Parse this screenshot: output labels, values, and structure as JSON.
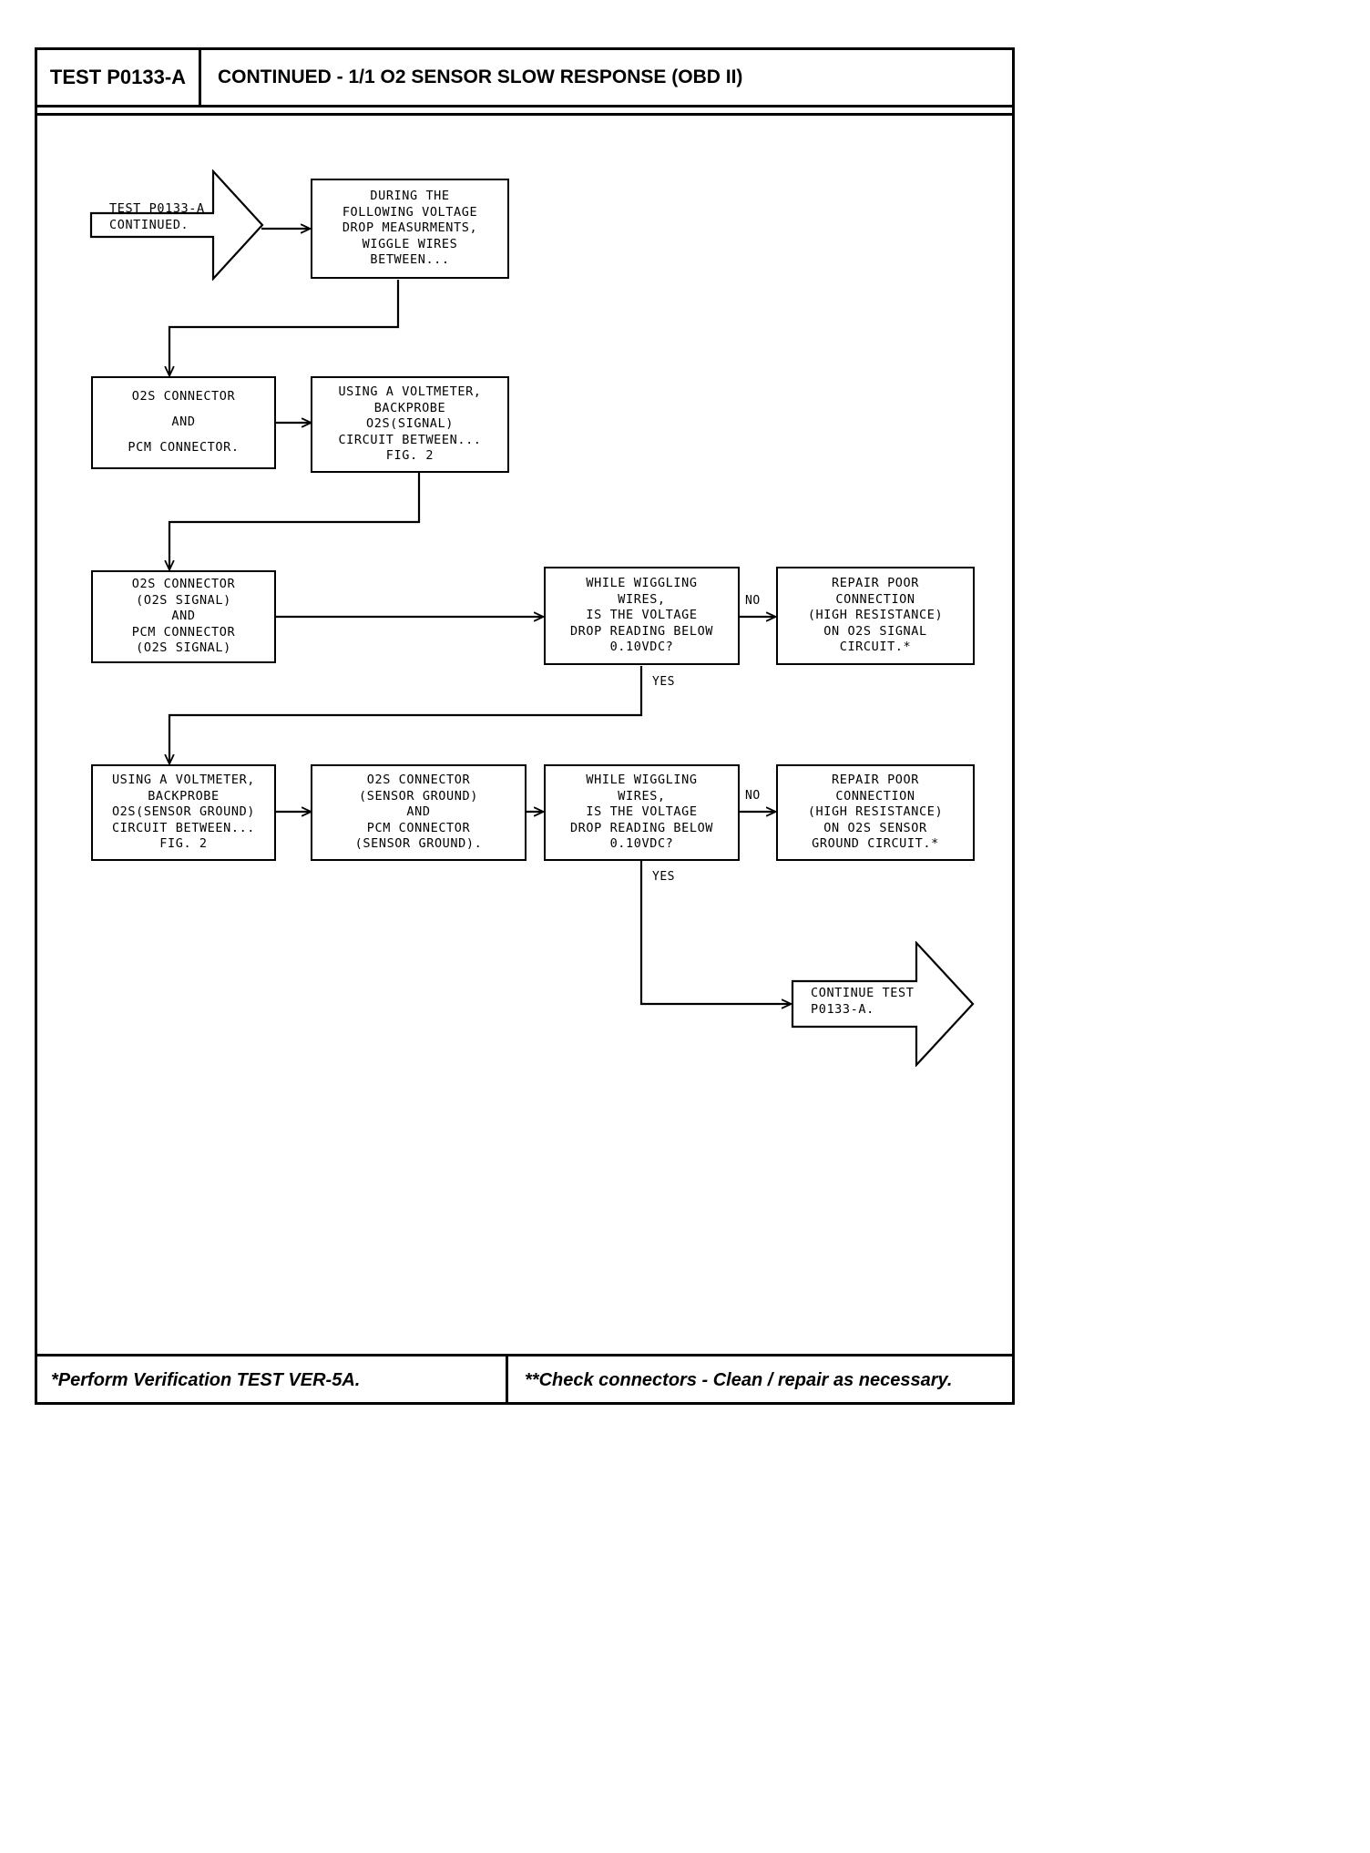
{
  "header": {
    "test_id": "TEST P0133-A",
    "title": "CONTINUED - 1/1 O2 SENSOR SLOW RESPONSE (OBD II)"
  },
  "flow": {
    "start_arrow": {
      "label": "TEST P0133-A\nCONTINUED."
    },
    "box_wiggle_intro": {
      "text": "DURING THE\nFOLLOWING VOLTAGE\nDROP MEASURMENTS,\nWIGGLE WIRES\nBETWEEN..."
    },
    "box_connectors": {
      "text": "O2S CONNECTOR\nAND\nPCM CONNECTOR."
    },
    "box_voltmeter_signal": {
      "text": "USING A VOLTMETER,\nBACKPROBE\nO2S(SIGNAL)\nCIRCUIT BETWEEN...\nFIG. 2"
    },
    "box_signal_points": {
      "text": "O2S CONNECTOR\n(O2S SIGNAL)\nAND\nPCM CONNECTOR\n(O2S SIGNAL)"
    },
    "decision_signal": {
      "text": "WHILE WIGGLING\nWIRES,\nIS THE VOLTAGE\nDROP READING BELOW\n0.10VDC?"
    },
    "box_repair_signal": {
      "text": "REPAIR POOR\nCONNECTION\n(HIGH RESISTANCE)\nON O2S SIGNAL\nCIRCUIT.*"
    },
    "box_voltmeter_ground": {
      "text": "USING A VOLTMETER,\nBACKPROBE\nO2S(SENSOR GROUND)\nCIRCUIT BETWEEN...\nFIG. 2"
    },
    "box_ground_points": {
      "text": "O2S CONNECTOR\n(SENSOR GROUND)\nAND\nPCM CONNECTOR\n(SENSOR GROUND)."
    },
    "decision_ground": {
      "text": "WHILE WIGGLING\nWIRES,\nIS THE VOLTAGE\nDROP READING BELOW\n0.10VDC?"
    },
    "box_repair_ground": {
      "text": "REPAIR POOR\nCONNECTION\n(HIGH RESISTANCE)\nON O2S SENSOR\nGROUND CIRCUIT.*"
    },
    "end_arrow": {
      "label": "CONTINUE TEST\nP0133-A."
    },
    "labels": {
      "no_signal": "NO",
      "yes_signal": "YES",
      "no_ground": "NO",
      "yes_ground": "YES"
    }
  },
  "footer": {
    "note_left": "*Perform Verification TEST VER-5A.",
    "note_right": "**Check connectors - Clean / repair as necessary."
  },
  "colors": {
    "ink": "#000000",
    "paper": "#ffffff"
  }
}
